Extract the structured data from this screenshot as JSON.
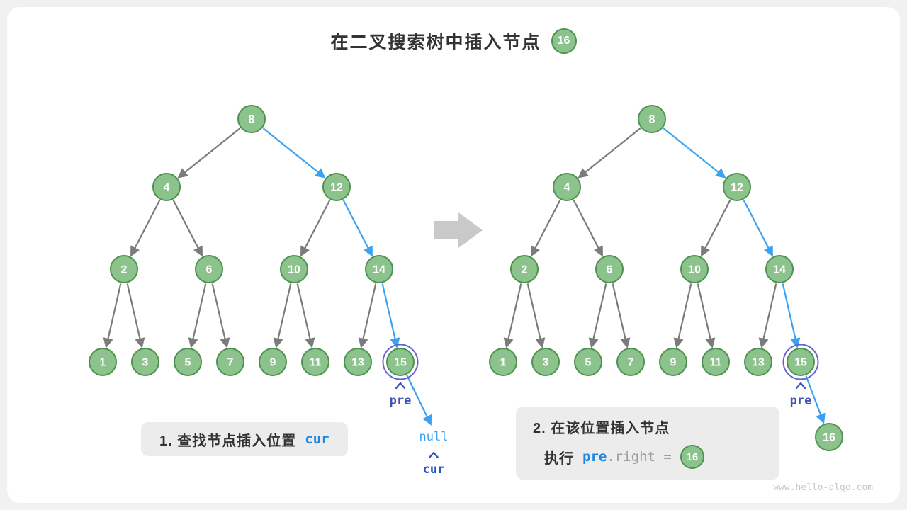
{
  "title": {
    "text": "在二叉搜索树中插入节点",
    "badge": "16"
  },
  "captions": {
    "step1": {
      "number_text": "1. 查找节点插入位置",
      "code": "cur"
    },
    "step2": {
      "line1": "2. 在该位置插入节点",
      "exec_label": "执行",
      "code_pre": "pre",
      "code_rest": ".right =",
      "badge": "16"
    }
  },
  "diagram": {
    "node_values": [
      8,
      4,
      12,
      2,
      6,
      10,
      14,
      1,
      3,
      5,
      7,
      9,
      11,
      13,
      15
    ],
    "highlight_edges": [
      [
        0,
        2
      ],
      [
        2,
        6
      ],
      [
        6,
        14
      ]
    ],
    "ring_node_index": 14,
    "pre_label": "pre",
    "cur_label": "cur",
    "null_label": "null",
    "inserted_value": 16
  },
  "watermark": "www.hello-algo.com",
  "colors": {
    "page_bg": "#F1F1F1",
    "card_bg": "#FFFFFF",
    "node_fill": "#8CC38C",
    "node_stroke": "#4E9150",
    "node_text": "#FFFFFF",
    "edge_gray": "#7B7B7B",
    "edge_blue": "#3BA2F2",
    "ring": "#6262D9",
    "pre_color": "#3F51B5",
    "null_color": "#3BA2F2",
    "cur_color": "#2054C8",
    "caption_bg": "#ECECEC",
    "caption_text": "#333333",
    "code_blue": "#1E88E5",
    "code_gray": "#9E9E9E",
    "big_arrow": "#C9C9C9",
    "watermark": "#C6C6C6"
  }
}
